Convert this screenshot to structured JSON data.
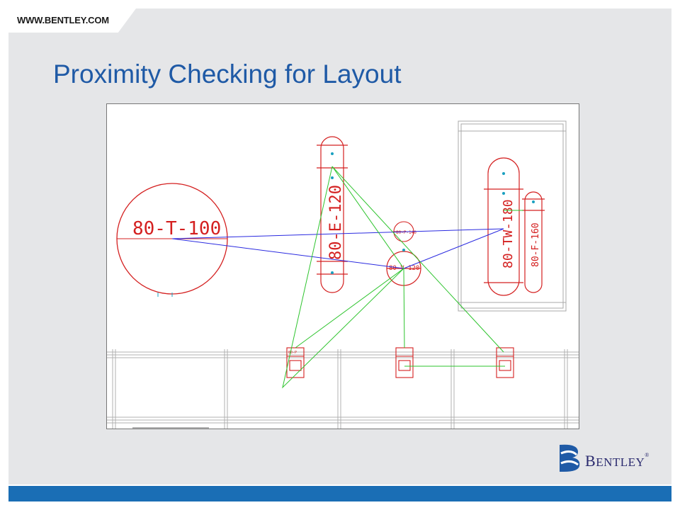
{
  "header": {
    "site_url": "WWW.BENTLEY.COM"
  },
  "slide": {
    "title": "Proximity Checking for Layout"
  },
  "drawing": {
    "tank_label": "80-T-100",
    "exchanger_label": "80-E-120",
    "vessel_label": "80-V-120",
    "column_label": "80-TW-180",
    "filter_label": "80-F-160",
    "small_vessel_label": "80-P-140",
    "pump_label": "80-P"
  },
  "logo": {
    "word_big": "B",
    "word_small": "ENTLEY",
    "registered": "®"
  },
  "colors": {
    "title_blue": "#1f5aa6",
    "bar_blue": "#1a6eb5",
    "equipment_red": "#d42020",
    "proximity_blue": "#2a2ae0",
    "proximity_green": "#2ec42e",
    "structure_gray": "#a8a8a8"
  }
}
